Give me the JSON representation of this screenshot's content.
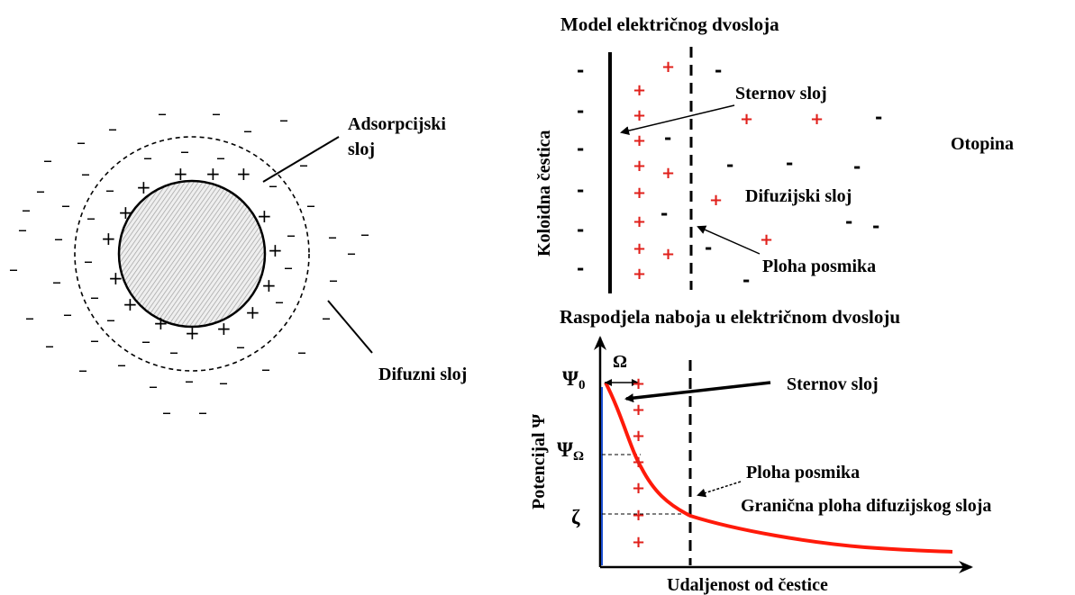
{
  "left_diagram": {
    "label_adsorption_line1": "Adsorpcijski",
    "label_adsorption_line2": "sloj",
    "label_diffuse": "Difuzni sloj",
    "plus_sign": "+",
    "minus_sign": "–"
  },
  "double_layer_model": {
    "title": "Model električnog dvosloja",
    "particle_label": "Koloidna čestica",
    "stern_layer": "Sternov sloj",
    "solution": "Otopina",
    "diffuse_layer": "Difuzijski sloj",
    "shear_plane": "Ploha  posmika",
    "plus_sign": "+",
    "minus_sign": "-"
  },
  "charge_distribution": {
    "title": "Raspodjela naboja u električnom dvosloju",
    "y_axis_label": "Potencijal Ψ",
    "x_axis_label": "Udaljenost od čestice",
    "psi0": "Ψ",
    "psi0_sub": "0",
    "psi_omega": "Ψ",
    "psi_omega_sub": "Ω",
    "zeta": "ζ",
    "omega": "Ω",
    "stern_layer": "Sternov sloj",
    "shear_plane": "Ploha posmika",
    "boundary": "Granična ploha difuzijskog sloja",
    "curve_color": "#ff1a0a",
    "plus_color": "#e0201b"
  }
}
